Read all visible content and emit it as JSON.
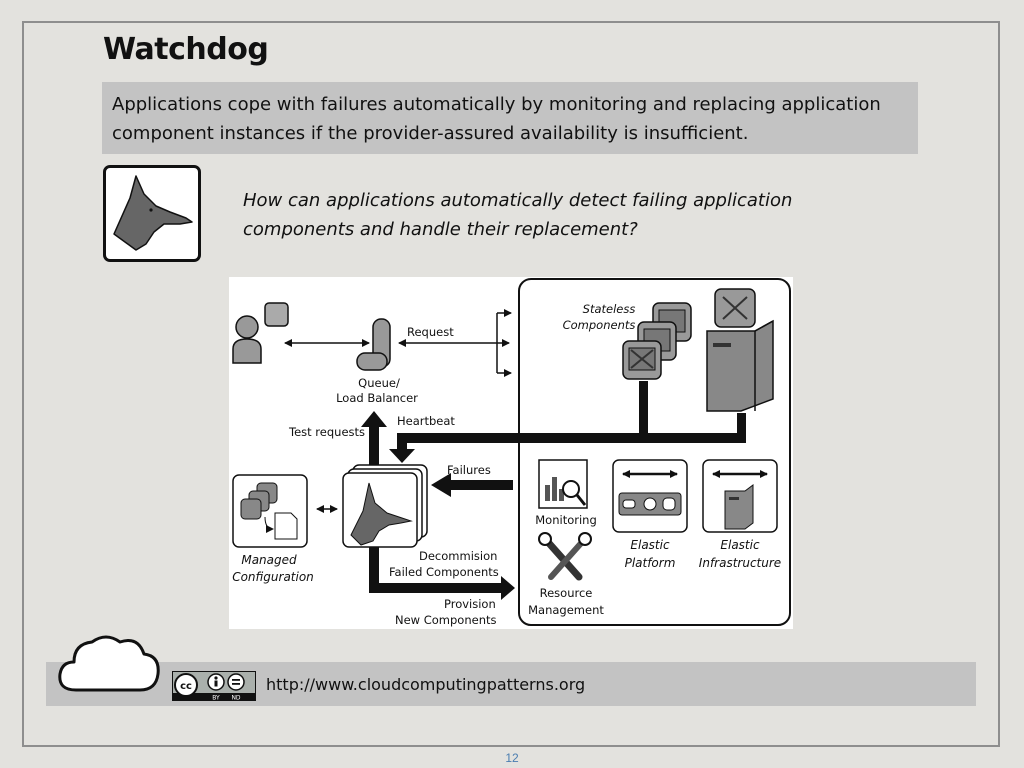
{
  "slide": {
    "title": "Watchdog",
    "intent": "Applications cope with failures automatically by monitoring and replacing application component instances if the provider-assured availability is insufficient.",
    "question": "How can applications automatically detect failing application components and handle their replacement?",
    "page_number": "12"
  },
  "diagram": {
    "request": "Request",
    "queue_line1": "Queue/",
    "queue_line2": "Load Balancer",
    "stateless_line1": "Stateless",
    "stateless_line2": "Components",
    "heartbeat": "Heartbeat",
    "test_requests": "Test requests",
    "failures": "Failures",
    "managed_line1": "Managed",
    "managed_line2": "Configuration",
    "decommission_line1": "Decommision",
    "decommission_line2": "Failed Components",
    "provision_line1": "Provision",
    "provision_line2": "New Components",
    "monitoring": "Monitoring",
    "resource_line1": "Resource",
    "resource_line2": "Management",
    "elastic_platform_line1": "Elastic",
    "elastic_platform_line2": "Platform",
    "elastic_infra_line1": "Elastic",
    "elastic_infra_line2": "Infrastructure"
  },
  "footer": {
    "url": "http://www.cloudcomputingpatterns.org",
    "cc_text": "cc",
    "by_label": "BY",
    "nd_label": "ND"
  }
}
